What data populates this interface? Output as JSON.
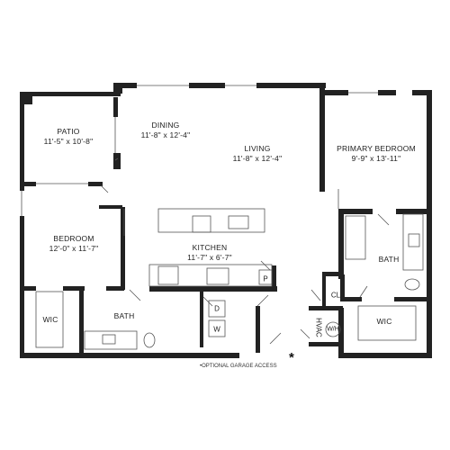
{
  "rooms": {
    "patio": {
      "name": "PATIO",
      "dim": "11'-5\" x 10'-8\""
    },
    "dining": {
      "name": "DINING",
      "dim": "11'-8\" x 12'-4\""
    },
    "living": {
      "name": "LIVING",
      "dim": "11'-8\" x 12'-4\""
    },
    "primary_bedroom": {
      "name": "PRIMARY BEDROOM",
      "dim": "9'-9\" x 13'-11\""
    },
    "bedroom": {
      "name": "BEDROOM",
      "dim": "12'-0\" x 11'-7\""
    },
    "kitchen": {
      "name": "KITCHEN",
      "dim": "11'-7\" x 6'-7\""
    },
    "bath_left": {
      "name": "BATH"
    },
    "bath_right": {
      "name": "BATH"
    },
    "wic_left": {
      "name": "WIC"
    },
    "wic_right": {
      "name": "WIC"
    }
  },
  "fixtures": {
    "closet": "CL",
    "hvac": "HVAC",
    "water_heater": "W/H",
    "dryer": "D",
    "washer": "W",
    "pantry": "P"
  },
  "note": "•OPTIONAL GARAGE ACCESS",
  "note_marker": "*",
  "colors": {
    "wall": "#222222",
    "line": "#555555",
    "background": "#ffffff"
  }
}
